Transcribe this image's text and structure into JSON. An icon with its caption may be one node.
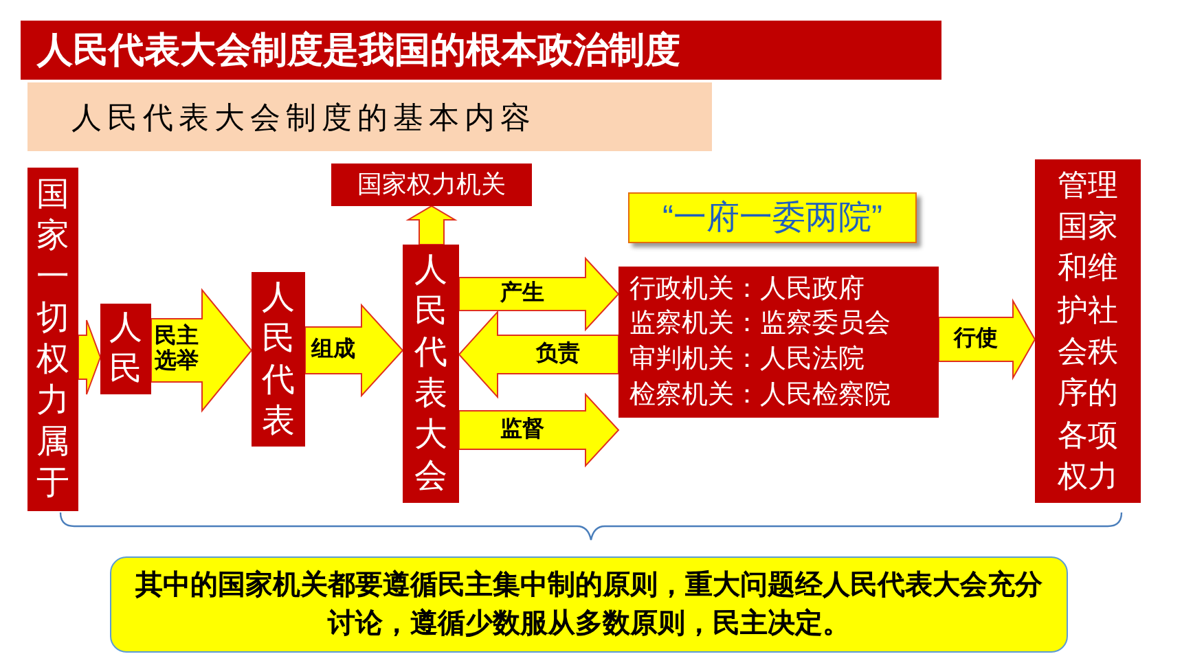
{
  "diagram": {
    "title": "人民代表大会制度是我国的根本政治制度",
    "nodes": [
      {
        "text": [
          "人民代表大会制度的基本内容"
        ]
      },
      {
        "text": [
          "国家一切权力属于"
        ]
      },
      {
        "text": [
          "人民"
        ]
      },
      {
        "text": [
          "人民代表"
        ]
      },
      {
        "text": [
          "国家权力机关"
        ]
      },
      {
        "text": [
          "人民代表大会"
        ]
      },
      {
        "text": [
          "“一府一委两院”"
        ]
      },
      {
        "text": [
          "行政机关：人民政府",
          "监察机关：监察委员会",
          "审判机关：人民法院",
          "检察机关：人民检察院"
        ]
      },
      {
        "text": [
          "管理国家和维护社会秩序的各项权力"
        ]
      },
      {
        "text": [
          "其中的国家机关都要遵循民主集中制的原则，重大问题经人民代表大会充分讨论，遵循少数服从多数原则，民主决定。"
        ]
      }
    ],
    "edges": [
      {
        "from": 1,
        "to": 2,
        "arrow": "to"
      },
      {
        "from": 2,
        "to": 3,
        "arrow": "to",
        "label": "民主选举"
      },
      {
        "from": 3,
        "to": 5,
        "arrow": "to",
        "label": "组成"
      },
      {
        "from": 5,
        "to": 4,
        "arrow": "to"
      },
      {
        "from": 5,
        "to": 7,
        "arrow": "to",
        "label": "产生"
      },
      {
        "from": 7,
        "to": 5,
        "arrow": "to",
        "label": "负责"
      },
      {
        "from": 5,
        "to": 7,
        "arrow": "to",
        "label": "监督"
      },
      {
        "from": 7,
        "to": 8,
        "arrow": "to",
        "label": "行使"
      }
    ]
  }
}
